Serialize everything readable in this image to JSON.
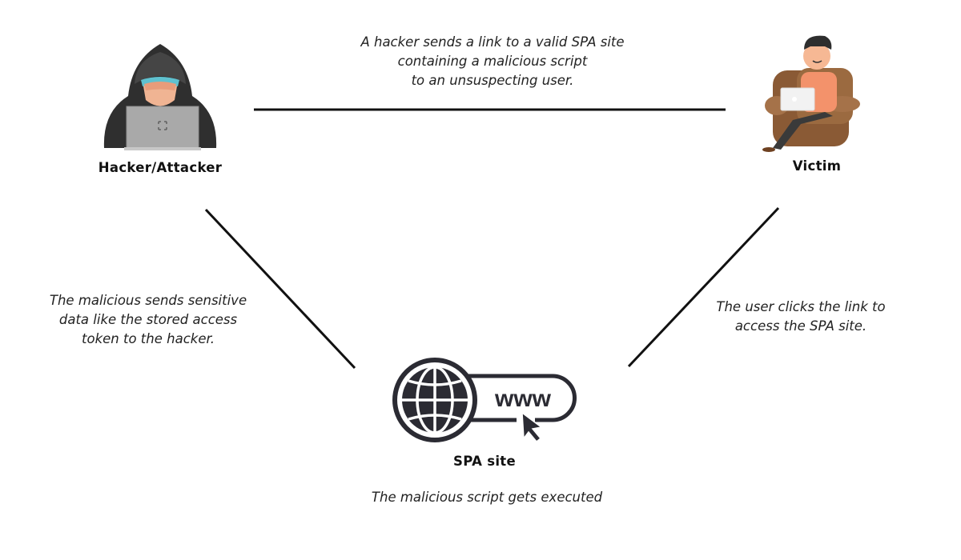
{
  "actors": {
    "hacker": {
      "label": "Hacker/Attacker",
      "icon": "hacker-icon"
    },
    "victim": {
      "label": "Victim",
      "icon": "victim-icon"
    },
    "site": {
      "label": "SPA site",
      "icon": "www-globe-icon",
      "icon_text": "www"
    }
  },
  "notes": {
    "hacker_to_victim": [
      "A hacker sends a link to a valid SPA site",
      "containing a malicious script",
      "to an unsuspecting user."
    ],
    "site_to_hacker": [
      "The malicious sends sensitive",
      "data like the stored access",
      "token to the hacker."
    ],
    "victim_to_site": [
      "The user clicks the link to",
      "access the SPA site."
    ],
    "site_executes": "The malicious script gets executed"
  },
  "colors": {
    "ink": "#2b2b33",
    "line": "#111111"
  }
}
